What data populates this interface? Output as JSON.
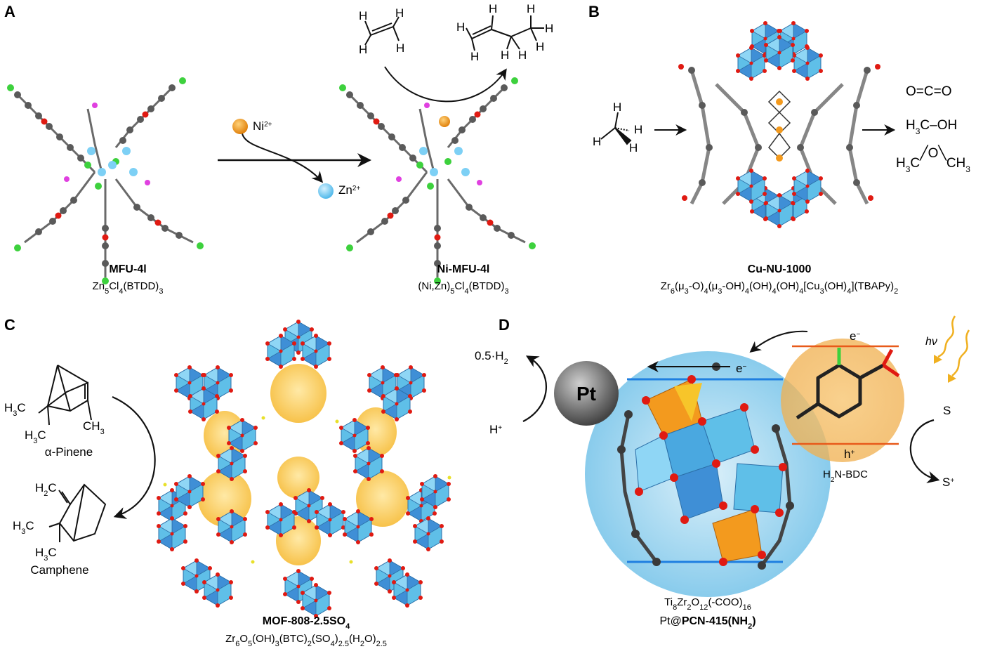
{
  "panels": {
    "A": {
      "label": "A",
      "left": {
        "name": "MFU-4l",
        "formula": "Zn5Cl4(BTDD)3"
      },
      "right": {
        "name": "Ni-MFU-4l",
        "formula": "(Ni,Zn)5Cl4(BTDD)3"
      },
      "ion_in": "Ni2+",
      "ion_out": "Zn2+",
      "reactant_atoms": [
        "H",
        "H",
        "H",
        "H"
      ],
      "product_atoms": [
        "H",
        "H",
        "H",
        "H",
        "H",
        "H",
        "H",
        "H"
      ]
    },
    "B": {
      "label": "B",
      "name": "Cu-NU-1000",
      "formula": "Zr6(μ3-O)4(μ3-OH)4(OH)4(OH)4[Cu3(OH)4](TBAPy)2",
      "methane_atoms": [
        "H",
        "H",
        "H",
        "H"
      ],
      "products": [
        "O=C=O",
        "H3C–OH",
        "H3C–O–CH3"
      ]
    },
    "C": {
      "label": "C",
      "reactant_name": "α-Pinene",
      "product_name": "Camphene",
      "pinene_groups": [
        "H3C",
        "H3C",
        "CH3"
      ],
      "camphene_groups": [
        "H2C",
        "H3C",
        "H3C"
      ],
      "name": "MOF-808-2.5SO4",
      "formula": "Zr6O5(OH)3(BTC)2(SO4)2.5(H2O)2.5"
    },
    "D": {
      "label": "D",
      "h2": "0.5·H2",
      "proton": "H+",
      "metal": "Pt",
      "electron": "e−",
      "hole": "h+",
      "light": "hν",
      "linker": "H2N-BDC",
      "sacrificial": "S",
      "sacrificial_ox": "S+",
      "cluster_formula": "Ti8Zr2O12(-COO)16",
      "name": "Pt@PCN-415(NH2)"
    }
  },
  "colors": {
    "zr_polyhedra": "#5fbfe8",
    "ti_polyhedra": "#f39a1e",
    "oxygen": "#e01a12",
    "carbon": "#5a5a5a",
    "nitrogen": "#3dd13d",
    "chlorine": "#e040e0",
    "zinc": "#7dd0f5",
    "nickel": "#f39a1e",
    "cage": "#8fd0ee",
    "linker_glow": "#f3b04a",
    "band_blue": "#1f7fe0",
    "band_orange": "#e85a1a"
  },
  "icons": [
    "arrow-icon",
    "sun-light-icon"
  ]
}
